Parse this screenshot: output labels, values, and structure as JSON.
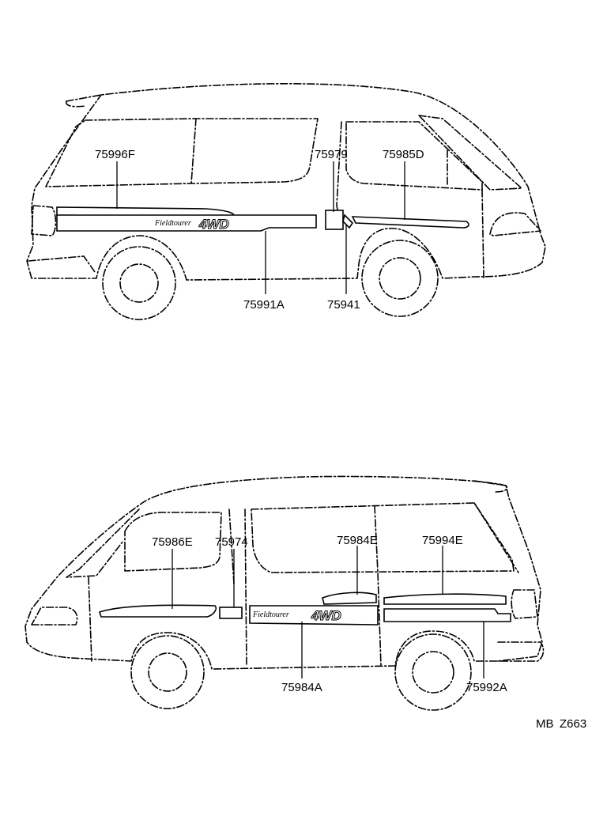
{
  "top_view": {
    "labels": {
      "p75996F": "75996F",
      "p75979": "75979",
      "p75985D": "75985D",
      "p75991A": "75991A",
      "p75941": "75941"
    },
    "logo": {
      "script": "Fieldtourer",
      "mark": "4WD"
    }
  },
  "bottom_view": {
    "labels": {
      "p75986E": "75986E",
      "p75974": "75974",
      "p75984E": "75984E",
      "p75994E": "75994E",
      "p75984A": "75984A",
      "p75992A": "75992A"
    },
    "logo": {
      "script": "Fieldtourer",
      "mark": "4WD"
    }
  },
  "diagram_code": {
    "prefix": "MB",
    "code": "Z663"
  }
}
